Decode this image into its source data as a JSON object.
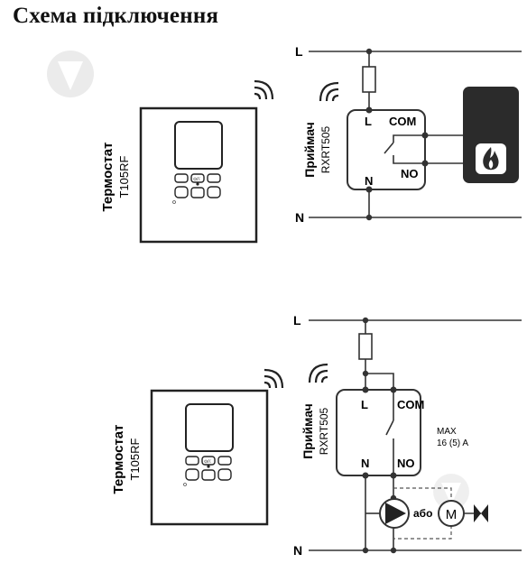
{
  "title": "Схема підключення",
  "colors": {
    "wire": "#333333",
    "boiler": "#2b2b2b",
    "watermark": "#d9d9d9"
  },
  "top": {
    "thermostat": {
      "name": "Термостат",
      "model": "T105RF"
    },
    "receiver": {
      "name": "Приймач",
      "model": "RXRT505"
    },
    "line_L": "L",
    "line_N": "N",
    "terminals": {
      "L": "L",
      "N": "N",
      "COM": "COM",
      "NO": "NO"
    },
    "keypad": {
      "mode": "⊙/☾"
    },
    "boiler_icon": "flame-icon"
  },
  "bottom": {
    "thermostat": {
      "name": "Термостат",
      "model": "T105RF"
    },
    "receiver": {
      "name": "Приймач",
      "model": "RXRT505"
    },
    "line_L": "L",
    "line_N": "N",
    "terminals": {
      "L": "L",
      "N": "N",
      "COM": "COM",
      "NO": "NO"
    },
    "keypad": {
      "mode": "⊙/☾"
    },
    "max_label": "MAX",
    "rating": "16 (5) A",
    "or_label": "або",
    "motor_label": "M",
    "pump_icon": "pump-icon",
    "valve_icon": "valve-icon"
  }
}
